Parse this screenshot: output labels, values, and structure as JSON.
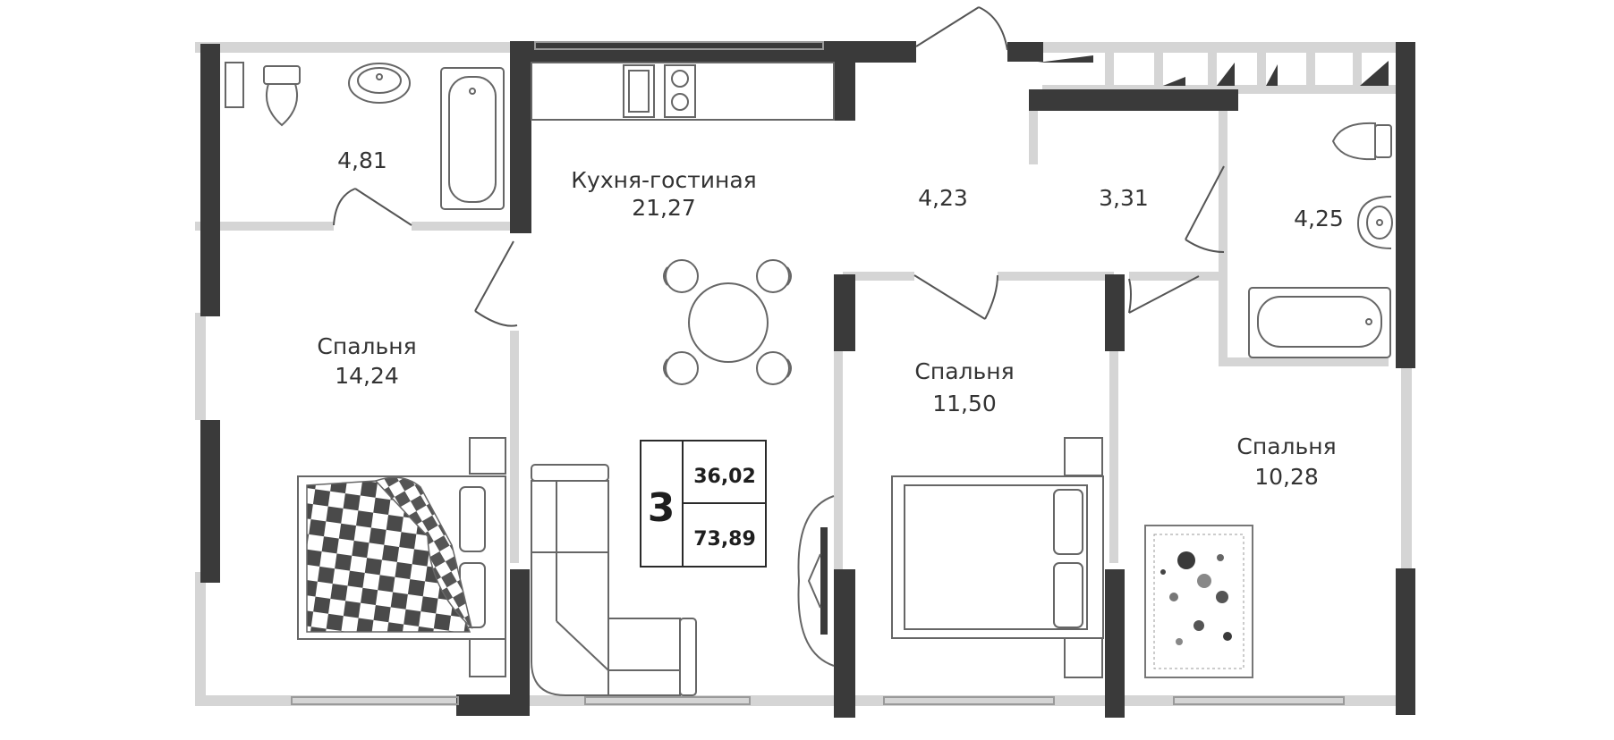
{
  "apartment": {
    "rooms_count": "3",
    "living_area": "36,02",
    "total_area": "73,89"
  },
  "rooms": {
    "bathroom_left": {
      "area": "4,81"
    },
    "kitchen_living": {
      "name": "Кухня-гостиная",
      "area": "21,27"
    },
    "hall": {
      "area": "4,23"
    },
    "corridor": {
      "area": "3,31"
    },
    "bathroom_right": {
      "area": "4,25"
    },
    "bedroom_left": {
      "name": "Спальня",
      "area": "14,24"
    },
    "bedroom_middle": {
      "name": "Спальня",
      "area": "11,50"
    },
    "bedroom_right": {
      "name": "Спальня",
      "area": "10,28"
    }
  },
  "colors": {
    "wall_bearing": "#3a3a3a",
    "wall_partition": "#d5d5d5",
    "furniture_stroke": "#666666",
    "text": "#333333",
    "bed_pattern": "#4a4a4a"
  }
}
